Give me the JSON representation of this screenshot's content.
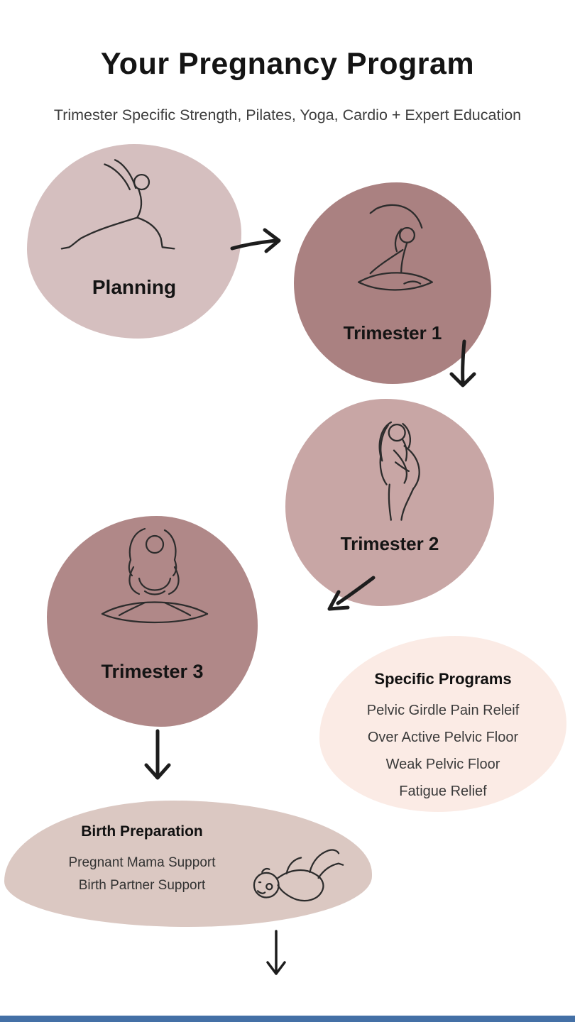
{
  "page": {
    "title": "Your Pregnancy Program",
    "subtitle": "Trimester Specific Strength, Pilates, Yoga, Cardio + Expert Education"
  },
  "nodes": {
    "planning": {
      "label": "Planning",
      "icon": "yoga-lunge-figure"
    },
    "trimester1": {
      "label": "Trimester 1",
      "icon": "seated-side-stretch-figure"
    },
    "trimester2": {
      "label": "Trimester 2",
      "icon": "pregnant-woman-figure"
    },
    "trimester3": {
      "label": "Trimester 3",
      "icon": "seated-pregnant-figure"
    },
    "specific_programs": {
      "title": "Specific Programs",
      "items": [
        "Pelvic Girdle Pain Releif",
        "Over Active Pelvic Floor",
        "Weak Pelvic Floor",
        "Fatigue Relief"
      ]
    },
    "birth_preparation": {
      "title": "Birth Preparation",
      "items": [
        "Pregnant Mama Support",
        "Birth Partner Support"
      ],
      "icon": "baby-figure"
    }
  },
  "colors": {
    "planning_blob": "#d5bfbf",
    "trimester1_blob": "#aa8181",
    "trimester2_blob": "#c8a6a5",
    "trimester3_blob": "#b08888",
    "programs_blob": "#fbebe5",
    "birth_blob": "#dbc8c2",
    "footer_bar": "#4470a6",
    "arrow": "#1d1d1d",
    "line_art": "#2c2c2c"
  }
}
